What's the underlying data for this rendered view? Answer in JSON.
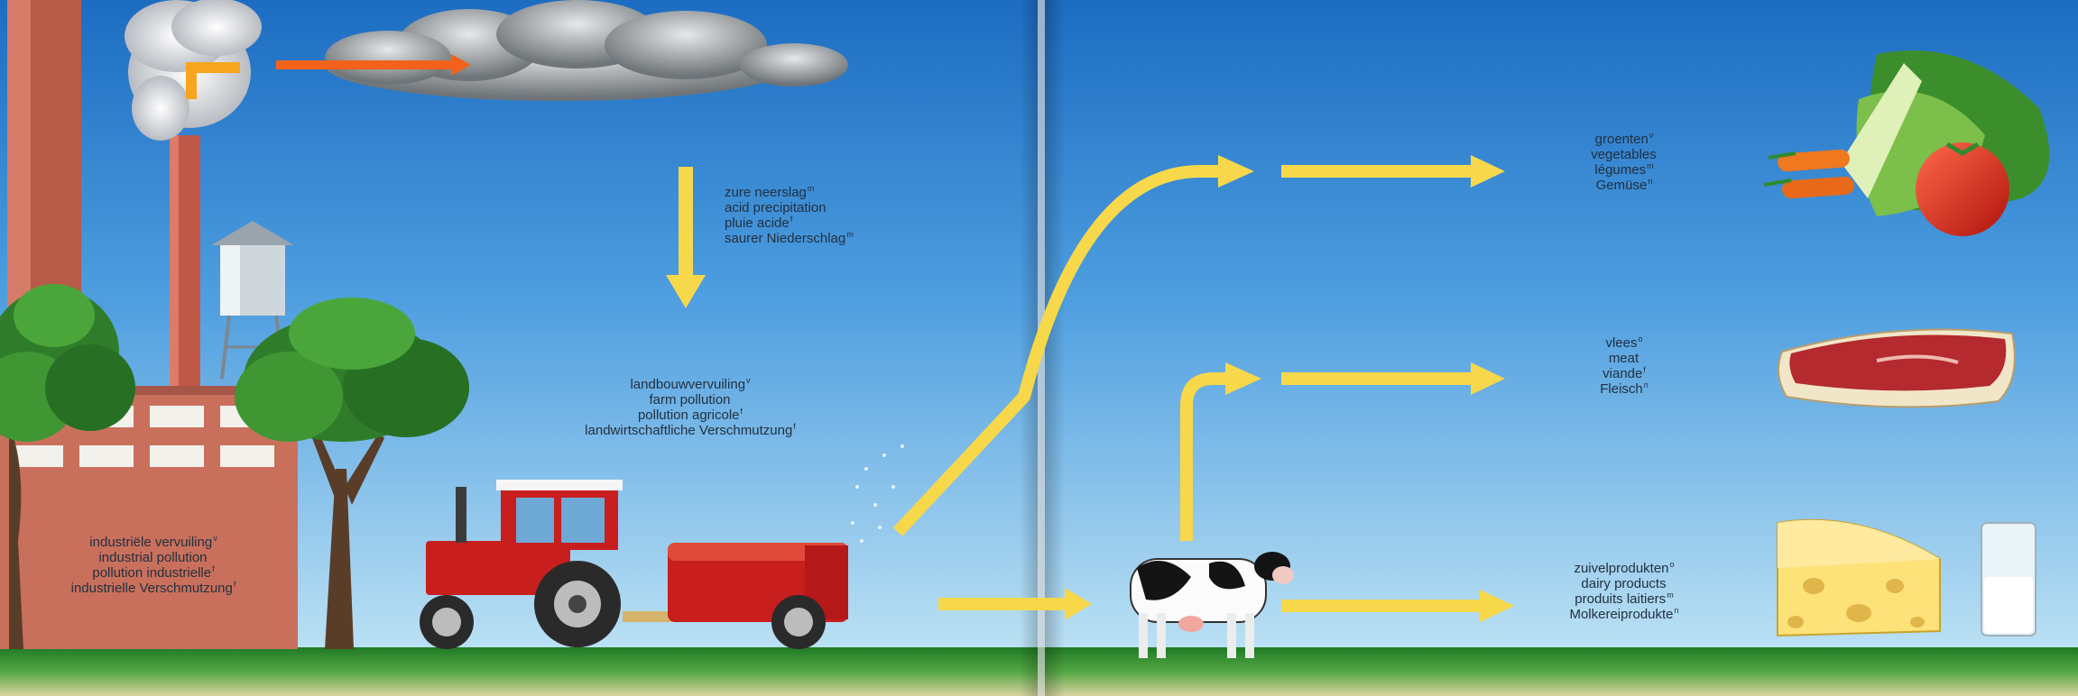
{
  "colors": {
    "sky_top": "#1f74c8",
    "sky_bottom": "#b9e0f3",
    "ground": "#2e8b2e",
    "arrow_yellow": "#f7d84a",
    "arrow_orange": "#f2621a",
    "factory_brick": "#c87060",
    "tractor_red": "#c81e1e",
    "label_text": "#22303f"
  },
  "icons": [
    "factory",
    "chimney",
    "smoke",
    "cloud",
    "water-tower",
    "tree",
    "tractor",
    "tank-trailer",
    "cow",
    "vegetables",
    "steak",
    "cheese",
    "glass-of-milk"
  ],
  "labels": {
    "acid_precipitation": [
      {
        "text": "zure neerslag",
        "mark": "m"
      },
      {
        "text": "acid precipitation",
        "mark": ""
      },
      {
        "text": "pluie acide",
        "mark": "f"
      },
      {
        "text": "saurer Niederschlag",
        "mark": "m"
      }
    ],
    "farm_pollution": [
      {
        "text": "landbouwvervuiling",
        "mark": "v"
      },
      {
        "text": "farm pollution",
        "mark": ""
      },
      {
        "text": "pollution agricole",
        "mark": "f"
      },
      {
        "text": "landwirtschaftliche Verschmutzung",
        "mark": "f"
      }
    ],
    "industrial_pollution": [
      {
        "text": "industriële vervuiling",
        "mark": "v"
      },
      {
        "text": "industrial pollution",
        "mark": ""
      },
      {
        "text": "pollution industrielle",
        "mark": "f"
      },
      {
        "text": "industrielle Verschmutzung",
        "mark": "f"
      }
    ],
    "vegetables": [
      {
        "text": "groenten",
        "mark": "v"
      },
      {
        "text": "vegetables",
        "mark": ""
      },
      {
        "text": "légumes",
        "mark": "m"
      },
      {
        "text": "Gemüse",
        "mark": "n"
      }
    ],
    "meat": [
      {
        "text": "vlees",
        "mark": "o"
      },
      {
        "text": "meat",
        "mark": ""
      },
      {
        "text": "viande",
        "mark": "f"
      },
      {
        "text": "Fleisch",
        "mark": "n"
      }
    ],
    "dairy_products": [
      {
        "text": "zuivelprodukten",
        "mark": "o"
      },
      {
        "text": "dairy products",
        "mark": ""
      },
      {
        "text": "produits laitiers",
        "mark": "m"
      },
      {
        "text": "Molkereiprodukte",
        "mark": "n"
      }
    ]
  }
}
